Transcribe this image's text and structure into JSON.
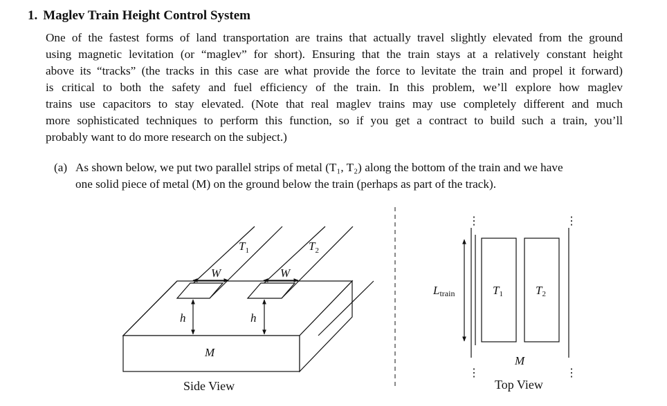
{
  "problem": {
    "number": "1.",
    "title": "Maglev Train Height Control System",
    "intro_lines": [
      "One of the fastest forms of land transportation are trains that actually travel slightly elevated from the ground",
      "using magnetic levitation (or “maglev” for short). Ensuring that the train stays at a relatively constant height",
      "above its “tracks” (the tracks in this case are what provide the force to levitate the train and propel it forward)",
      "is critical to both the safety and fuel efficiency of the train. In this problem, we’ll explore how maglev",
      "trains use capacitors to stay elevated. (Note that real maglev trains may use completely different and much",
      "more sophisticated techniques to perform this function, so if you get a contract to build such a train, you’ll",
      "probably want to do more research on the subject.)"
    ]
  },
  "part_a": {
    "label": "(a)",
    "line1": "As shown below, we put two parallel strips of metal (T₁, T₂) along the bottom of the train and we have",
    "line2": "one solid piece of metal (M) on the ground below the train (perhaps as part of the track)."
  },
  "figure": {
    "side_view": {
      "caption": "Side View",
      "strip_label_1": "T",
      "strip_label_1_sub": "1",
      "strip_label_2": "T",
      "strip_label_2_sub": "2",
      "width_label": "W",
      "height_label": "h",
      "ground_label": "M"
    },
    "top_view": {
      "caption": "Top View",
      "length_label": "L",
      "length_label_sub": "train",
      "strip_label_1": "T",
      "strip_label_1_sub": "1",
      "strip_label_2": "T",
      "strip_label_2_sub": "2",
      "ground_label": "M",
      "continuation_dots": "⋮"
    }
  }
}
